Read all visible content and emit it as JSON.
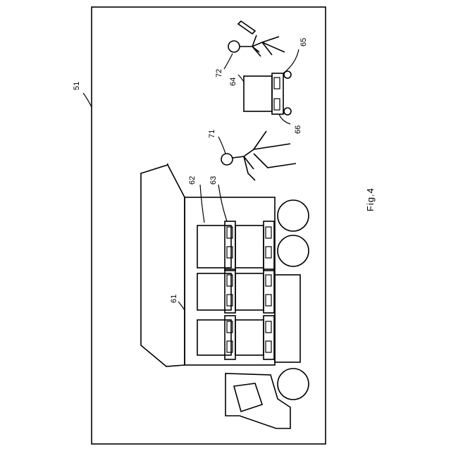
{
  "figure": {
    "caption": "Fig.4"
  },
  "labels": {
    "frame": "51",
    "container": "61",
    "shelf": "62",
    "tag": "63",
    "cart": "64",
    "cart_tag": "65",
    "wheel": "66",
    "person_operator": "71",
    "person_with_tool": "72"
  }
}
